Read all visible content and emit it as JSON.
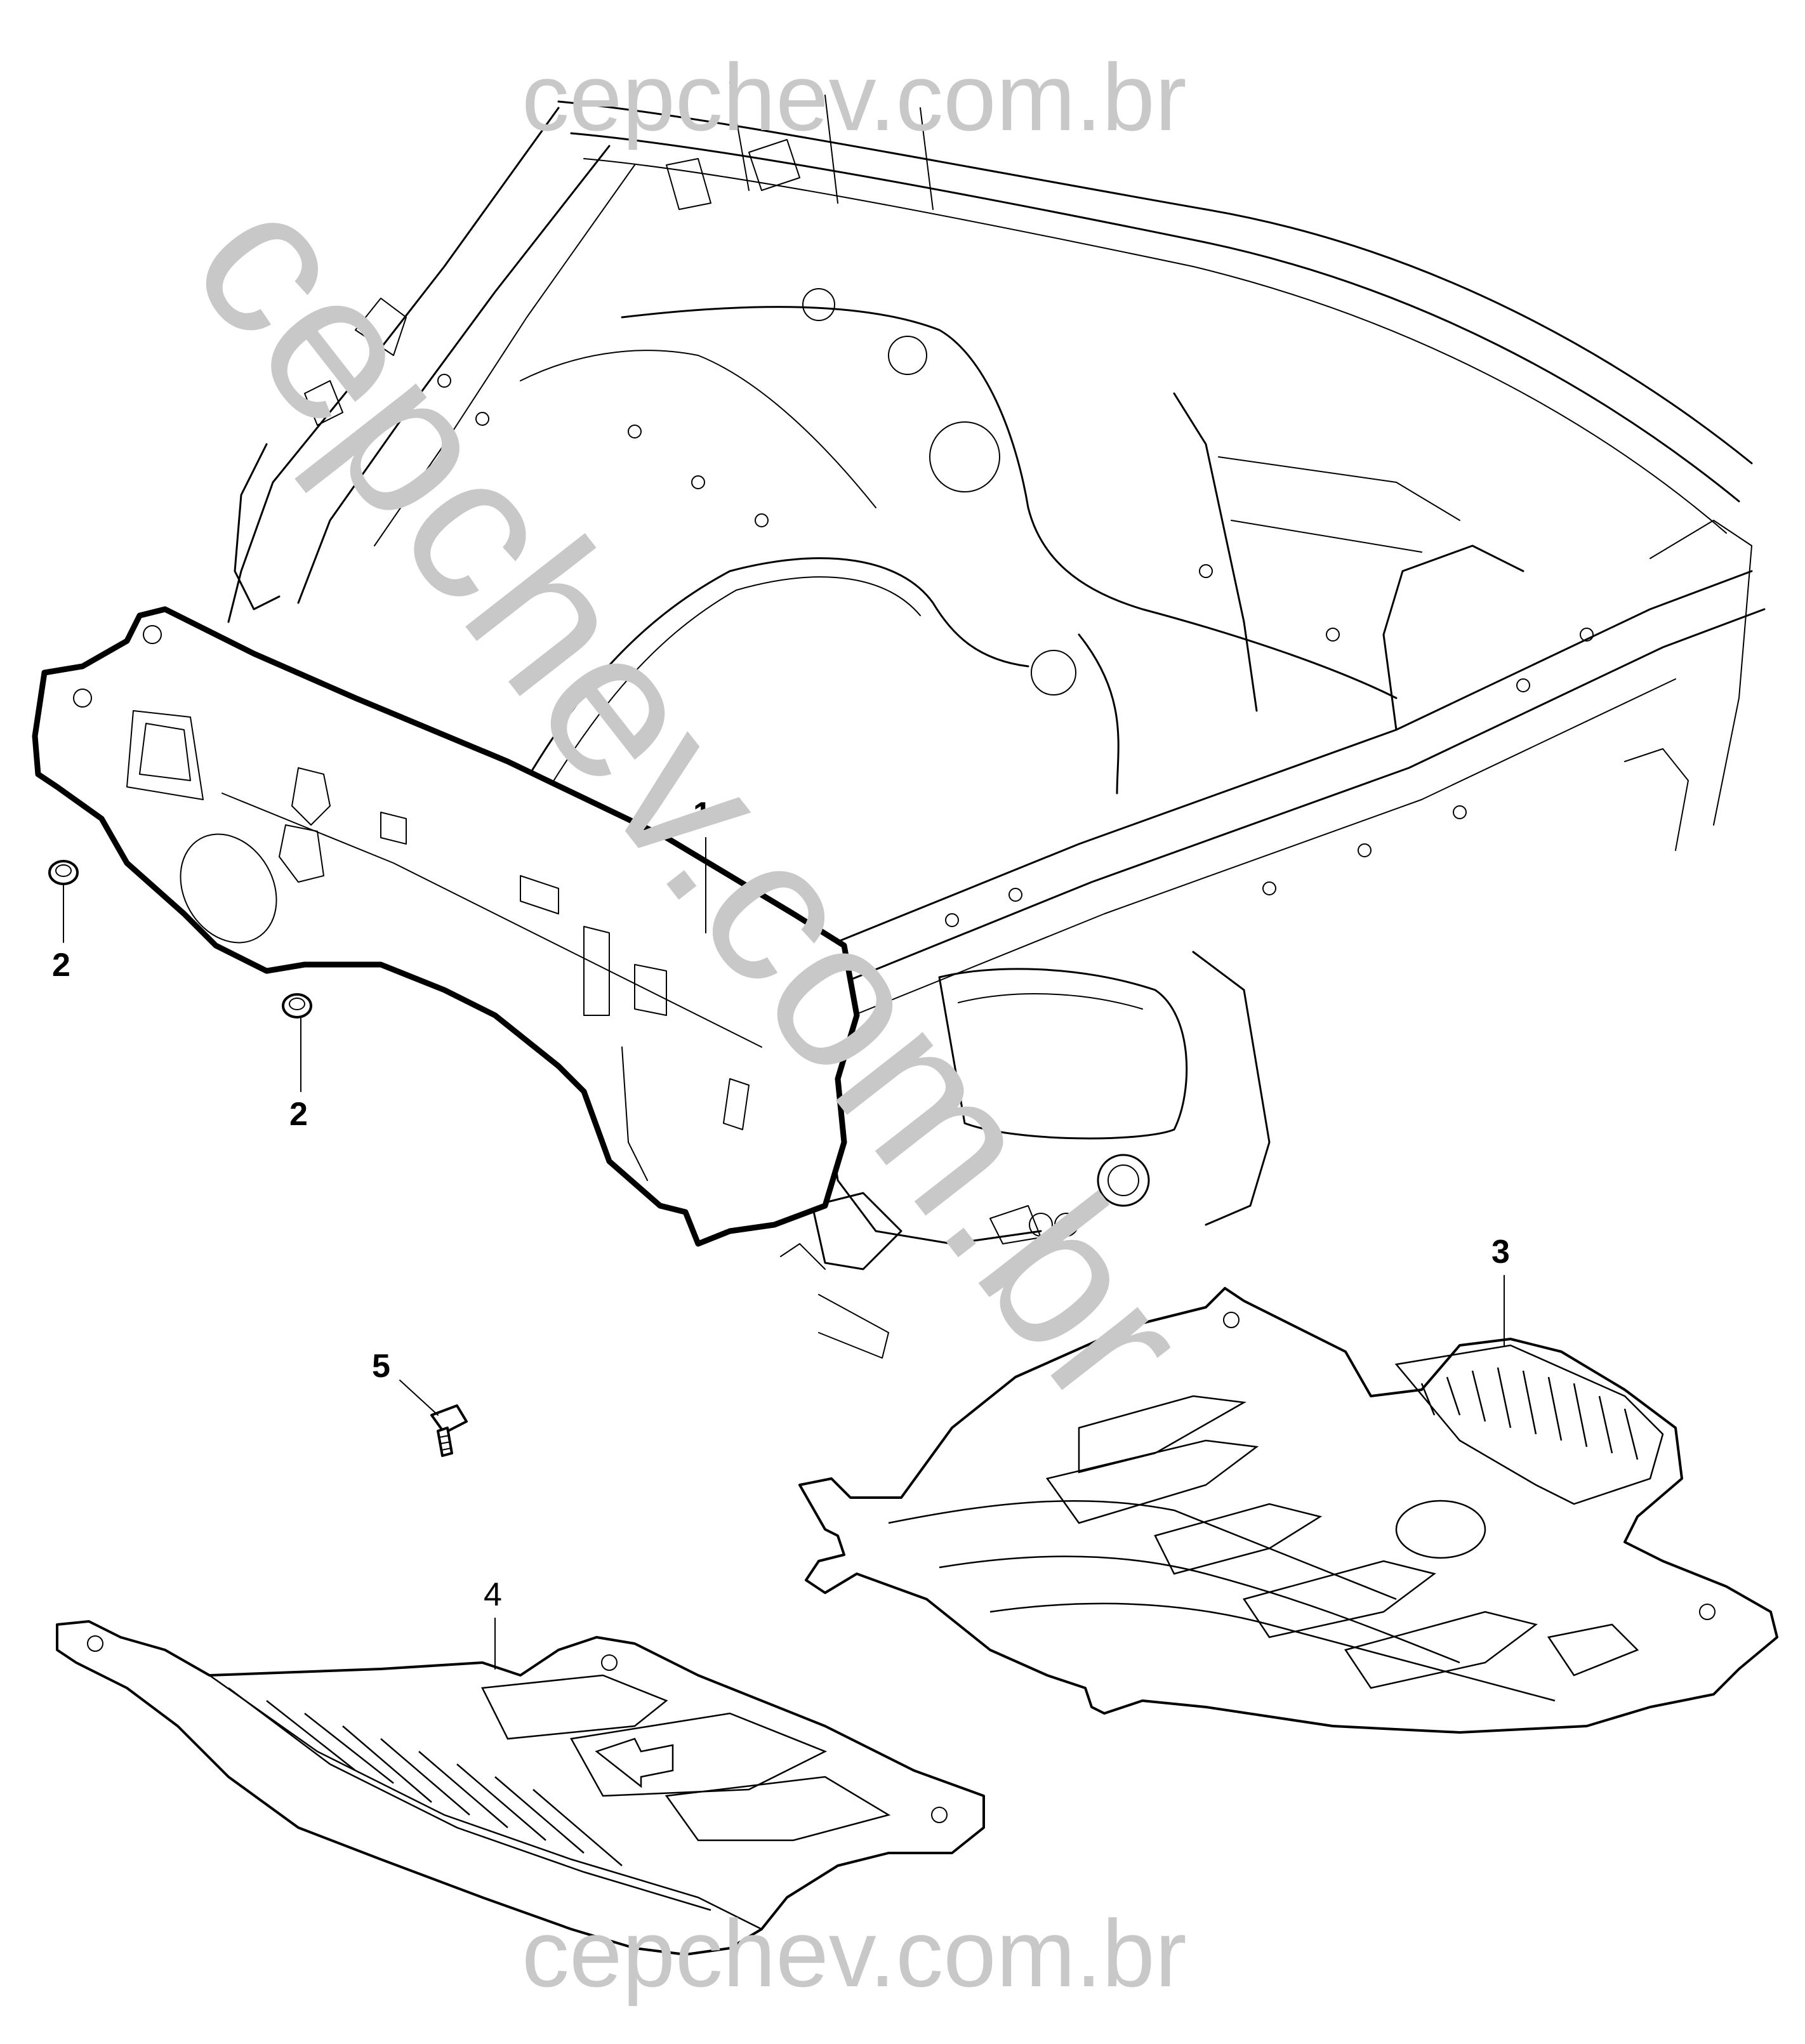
{
  "diagram": {
    "watermarks": {
      "top": "cepchev.com.br",
      "bottom": "cepchev.com.br",
      "diagonal": "cepchev.com.br"
    },
    "callouts": [
      {
        "id": "1",
        "label": "1"
      },
      {
        "id": "2a",
        "label": "2"
      },
      {
        "id": "2b",
        "label": "2"
      },
      {
        "id": "3",
        "label": "3"
      },
      {
        "id": "4",
        "label": "4"
      },
      {
        "id": "5",
        "label": "5"
      }
    ],
    "colors": {
      "line": "#000000",
      "watermark": "#c8c8c8",
      "background": "#ffffff"
    }
  }
}
